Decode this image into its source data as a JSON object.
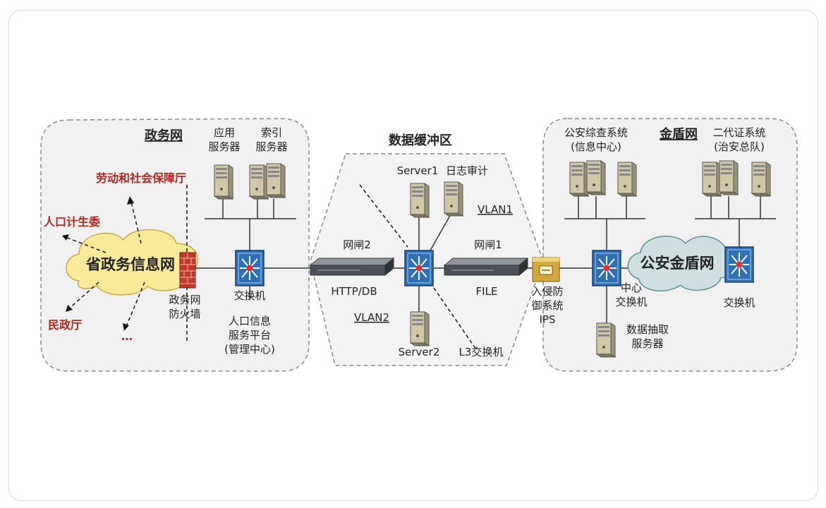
{
  "zones": {
    "gov_title": "政务网",
    "buffer_title": "数据缓冲区",
    "gold_title": "金盾网"
  },
  "gov": {
    "app_server": [
      "应用",
      "服务器"
    ],
    "index_server": [
      "索引",
      "服务器"
    ],
    "labor_dept": "劳动和社会保障厅",
    "population_committee": "人口计生委",
    "civil_affairs": "民政厅",
    "more": "…",
    "cloud": "省政务信息网",
    "firewall": [
      "政务网",
      "防火墙"
    ],
    "switch": "交换机",
    "platform": [
      "人口信息",
      "服务平台",
      "(管理中心)"
    ]
  },
  "buffer": {
    "server1": "Server1",
    "log_audit": "日志审计",
    "vlan1": "VLAN1",
    "gateway2": "网闸2",
    "gateway1": "网闸1",
    "http_db": "HTTP/DB",
    "file": "FILE",
    "vlan2": "VLAN2",
    "server2": "Server2",
    "l3_switch": "L3交换机"
  },
  "ips": [
    "入侵防",
    "御系统",
    "IPS"
  ],
  "gold": {
    "police_system": [
      "公安综查系统",
      "(信息中心)"
    ],
    "id_system": [
      "二代证系统",
      "(治安总队)"
    ],
    "cloud": "公安金盾网",
    "center_switch": [
      "中心",
      "交换机"
    ],
    "switch": "交换机",
    "extract_server": [
      "数据抽取",
      "服务器"
    ]
  },
  "colors": {
    "zone_bg": "#f1f1f1",
    "zone_border": "#8a8a8a",
    "gov_cloud": "#fbe99a",
    "gold_cloud": "#cfe0e0",
    "switch": "#2f6fb6",
    "firewall": "#c0392b",
    "ips": "#d4a93a",
    "red_text": "#b3261e"
  }
}
